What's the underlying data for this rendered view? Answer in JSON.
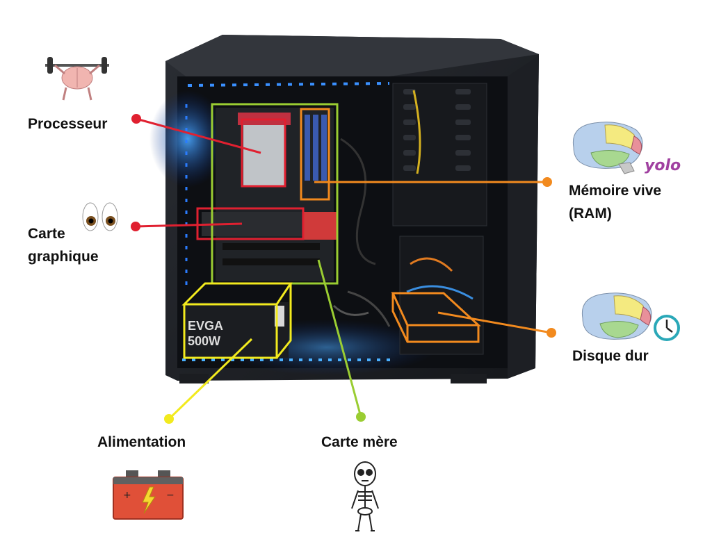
{
  "labels": {
    "processeur": "Processeur",
    "carte_graphique_line1": "Carte",
    "carte_graphique_line2": "graphique",
    "memoire_line1": "Mémoire vive",
    "memoire_line2": "(RAM)",
    "disque_dur": "Disque dur",
    "alimentation": "Alimentation",
    "carte_mere": "Carte mère",
    "yolo": "yolo"
  },
  "psu_text": {
    "brand": "EVGA",
    "wattage": "500W"
  },
  "colors": {
    "processeur": "#e02030",
    "carte_graphique": "#e02030",
    "memoire_vive": "#f28a1e",
    "disque_dur": "#f28a1e",
    "alimentation": "#f2ea1e",
    "carte_mere": "#9acd32",
    "yolo": "#a040a0"
  },
  "icons": {
    "processeur": "lifting-brain-icon",
    "carte_graphique": "eyes-icon",
    "memoire_vive": "brain-icon",
    "disque_dur": "brain-clock-icon",
    "alimentation": "battery-icon",
    "carte_mere": "skeleton-icon"
  }
}
